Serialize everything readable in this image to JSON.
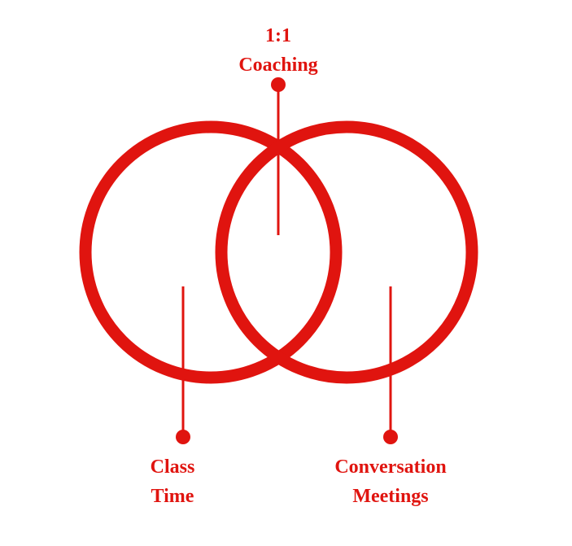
{
  "diagram": {
    "accent_color": "#e0140f",
    "labels": {
      "top": {
        "line1": "1:1",
        "line2": "Coaching"
      },
      "left": {
        "line1": "Class",
        "line2": "Time"
      },
      "right": {
        "line1": "Conversation",
        "line2": "Meetings"
      }
    }
  }
}
